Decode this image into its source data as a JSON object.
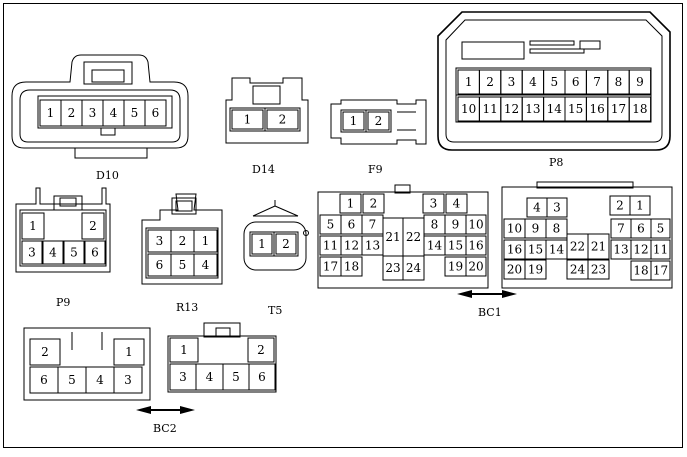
{
  "labels": {
    "d10": "D10",
    "d14": "D14",
    "f9": "F9",
    "p8": "P8",
    "p9": "P9",
    "r13": "R13",
    "t5": "T5",
    "bc1": "BC1",
    "bc2": "BC2"
  },
  "connectors": {
    "d10": [
      "1",
      "2",
      "3",
      "4",
      "5",
      "6"
    ],
    "d14": [
      "1",
      "2"
    ],
    "f9": [
      "1",
      "2"
    ],
    "p8": [
      "1",
      "2",
      "3",
      "4",
      "5",
      "6",
      "7",
      "8",
      "9",
      "10",
      "11",
      "12",
      "13",
      "14",
      "15",
      "16",
      "17",
      "18"
    ],
    "p9": [
      "1",
      "2",
      "3",
      "4",
      "5",
      "6"
    ],
    "r13": [
      "3",
      "2",
      "1",
      "6",
      "5",
      "4"
    ],
    "t5": [
      "1",
      "2"
    ],
    "bc1_left": [
      "1",
      "2",
      "3",
      "4",
      "5",
      "6",
      "7",
      "8",
      "9",
      "10",
      "11",
      "12",
      "13",
      "14",
      "15",
      "16",
      "17",
      "18",
      "19",
      "20",
      "21",
      "22",
      "23",
      "24"
    ],
    "bc1_right": [
      "4",
      "3",
      "2",
      "1",
      "10",
      "9",
      "8",
      "7",
      "6",
      "5",
      "16",
      "15",
      "14",
      "22",
      "21",
      "13",
      "12",
      "11",
      "20",
      "19",
      "24",
      "23",
      "18",
      "17"
    ],
    "bc2_left": [
      "2",
      "1",
      "6",
      "5",
      "4",
      "3"
    ],
    "bc2_right": [
      "1",
      "2",
      "3",
      "4",
      "5",
      "6"
    ]
  }
}
